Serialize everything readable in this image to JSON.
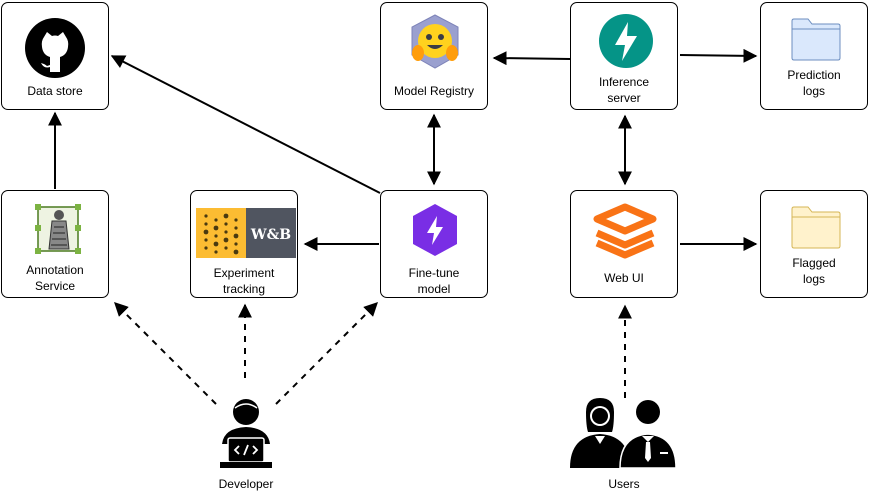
{
  "nodes": {
    "data_store": {
      "label_lines": [
        "Data store"
      ]
    },
    "model_registry": {
      "label_lines": [
        "Model Registry"
      ]
    },
    "inference_server": {
      "label_lines": [
        "Inference",
        "server"
      ]
    },
    "prediction_logs": {
      "label_lines": [
        "Prediction",
        "logs"
      ]
    },
    "annotation_service": {
      "label_lines": [
        "Annotation",
        "Service"
      ]
    },
    "experiment_tracking": {
      "label_lines": [
        "Experiment",
        "tracking"
      ]
    },
    "fine_tune_model": {
      "label_lines": [
        "Fine-tune",
        "model"
      ]
    },
    "web_ui": {
      "label_lines": [
        "Web UI"
      ]
    },
    "flagged_logs": {
      "label_lines": [
        "Flagged",
        "logs"
      ]
    },
    "developer": {
      "label_lines": [
        "Developer"
      ]
    },
    "users": {
      "label_lines": [
        "Users"
      ]
    }
  },
  "logos": {
    "wandb_text": "W&B"
  },
  "icons": {
    "data_store": "github-icon",
    "model_registry": "hugging-face-icon",
    "inference_server": "fastapi-icon",
    "prediction_logs": "folder-icon",
    "annotation_service": "label-studio-icon",
    "experiment_tracking": "wandb-logo",
    "fine_tune_model": "lightning-icon",
    "web_ui": "gradio-icon",
    "flagged_logs": "folder-icon",
    "developer": "developer-icon",
    "users": "users-icon"
  },
  "colors": {
    "prediction_folder": "#dae8fc",
    "flagged_folder": "#fff2cc",
    "fastapi": "#059487",
    "lightning": "#792ee5",
    "gradio": "#f97316",
    "wandb_yellow": "#fcbc32",
    "wandb_gray": "#505560"
  },
  "edges": [
    {
      "from": "annotation_service",
      "to": "data_store",
      "style": "solid",
      "direction": "forward"
    },
    {
      "from": "fine_tune_model",
      "to": "data_store",
      "style": "solid",
      "direction": "forward"
    },
    {
      "from": "fine_tune_model",
      "to": "model_registry",
      "style": "solid",
      "direction": "both"
    },
    {
      "from": "fine_tune_model",
      "to": "experiment_tracking",
      "style": "solid",
      "direction": "forward"
    },
    {
      "from": "inference_server",
      "to": "model_registry",
      "style": "solid",
      "direction": "forward"
    },
    {
      "from": "inference_server",
      "to": "prediction_logs",
      "style": "solid",
      "direction": "forward"
    },
    {
      "from": "inference_server",
      "to": "web_ui",
      "style": "solid",
      "direction": "both"
    },
    {
      "from": "web_ui",
      "to": "flagged_logs",
      "style": "solid",
      "direction": "forward"
    },
    {
      "from": "developer",
      "to": "annotation_service",
      "style": "dashed",
      "direction": "forward"
    },
    {
      "from": "developer",
      "to": "experiment_tracking",
      "style": "dashed",
      "direction": "forward"
    },
    {
      "from": "developer",
      "to": "fine_tune_model",
      "style": "dashed",
      "direction": "forward"
    },
    {
      "from": "users",
      "to": "web_ui",
      "style": "dashed",
      "direction": "forward"
    }
  ]
}
